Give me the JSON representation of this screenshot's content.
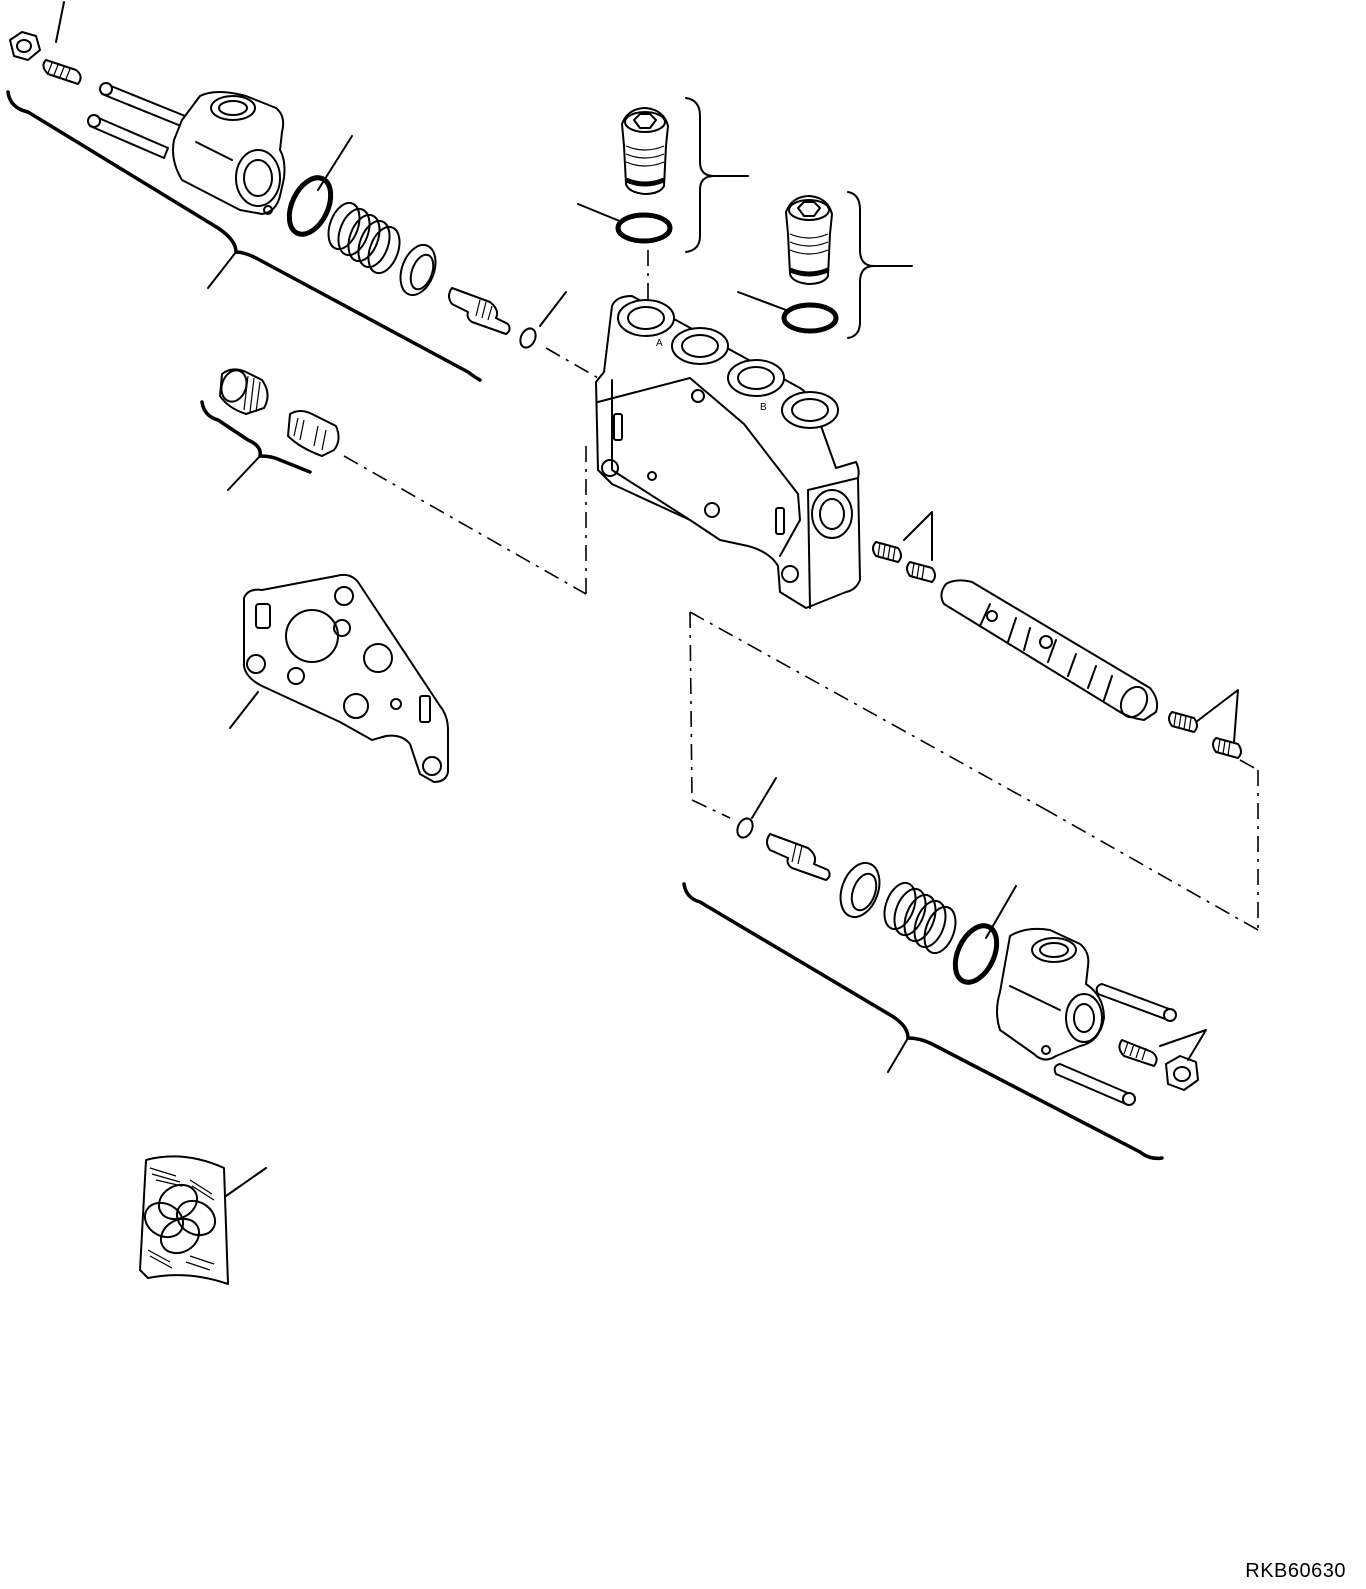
{
  "diagram": {
    "reference_code": "RKB60630",
    "port_marks": [
      "A",
      "B"
    ]
  }
}
